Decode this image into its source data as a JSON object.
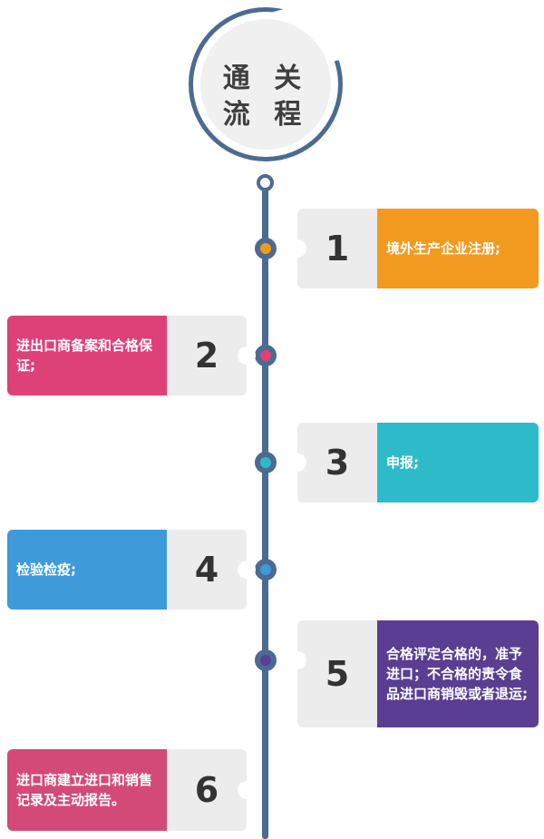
{
  "header": {
    "line1": "通 关",
    "line2": "流 程"
  },
  "colors": {
    "spine": "#4c6b91"
  },
  "steps": [
    {
      "number": "1",
      "text": "境外生产企业注册;",
      "side": "right",
      "color": "#f29a1f"
    },
    {
      "number": "2",
      "text": "进出口商备案和合格保证;",
      "side": "left",
      "color": "#de4178"
    },
    {
      "number": "3",
      "text": "申报;",
      "side": "right",
      "color": "#2ebbc9"
    },
    {
      "number": "4",
      "text": "检验检疫;",
      "side": "left",
      "color": "#3f9ad9"
    },
    {
      "number": "5",
      "text": "合格评定合格的，准予进口；不合格的责令食品进口商销毁或者退运;",
      "side": "right",
      "color": "#5a3e92"
    },
    {
      "number": "6",
      "text": "进口商建立进口和销售记录及主动报告。",
      "side": "left",
      "color": "#d34a78"
    }
  ]
}
